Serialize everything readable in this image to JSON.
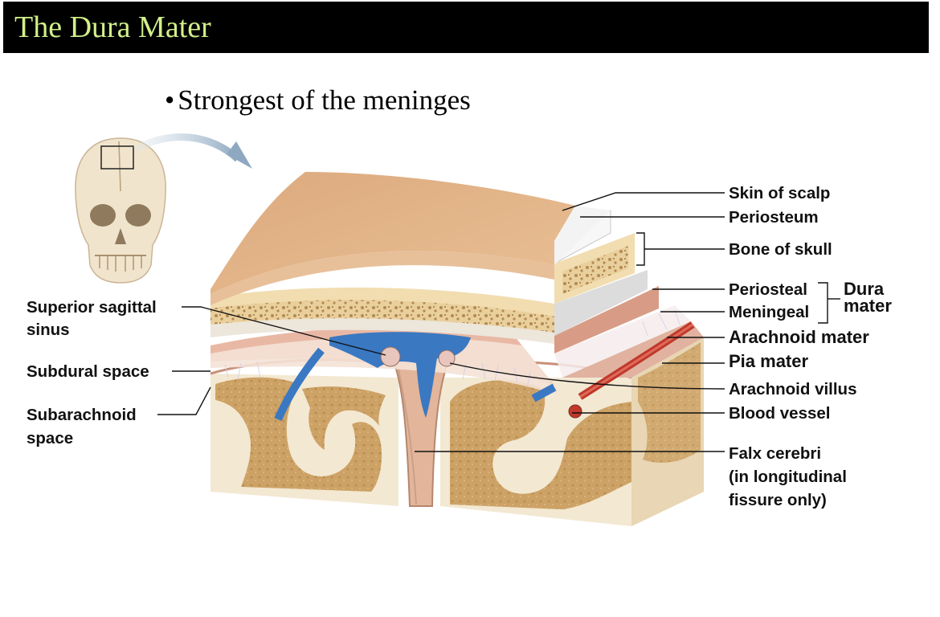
{
  "slide": {
    "title": "The Dura Mater",
    "bullet": "Strongest of the meninges"
  },
  "diagram": {
    "labels": {
      "skin_of_scalp": "Skin of scalp",
      "periosteum": "Periosteum",
      "bone_of_skull": "Bone of skull",
      "periosteal": "Periosteal",
      "meningeal": "Meningeal",
      "dura_line1": "Dura",
      "dura_line2": "mater",
      "arachnoid_mater": "Arachnoid mater",
      "pia_mater": "Pia mater",
      "arachnoid_villus": "Arachnoid villus",
      "blood_vessel": "Blood vessel",
      "falx_line1": "Falx cerebri",
      "falx_line2": "(in longitudinal",
      "falx_line3": "fissure only)",
      "sss_line1": "Superior sagittal",
      "sss_line2": "sinus",
      "subdural_space": "Subdural space",
      "subarachnoid_line1": "Subarachnoid",
      "subarachnoid_line2": "space"
    },
    "colors": {
      "title_text": "#d2f08a",
      "scalp": "#e3b286",
      "bone": "#f1ddb0",
      "dura": "#cfcfcf",
      "sinus_blue": "#3a78c2",
      "blood_red": "#c0392b",
      "brain_gray": "#c79a5a",
      "brain_white": "#f3e8d2"
    }
  }
}
